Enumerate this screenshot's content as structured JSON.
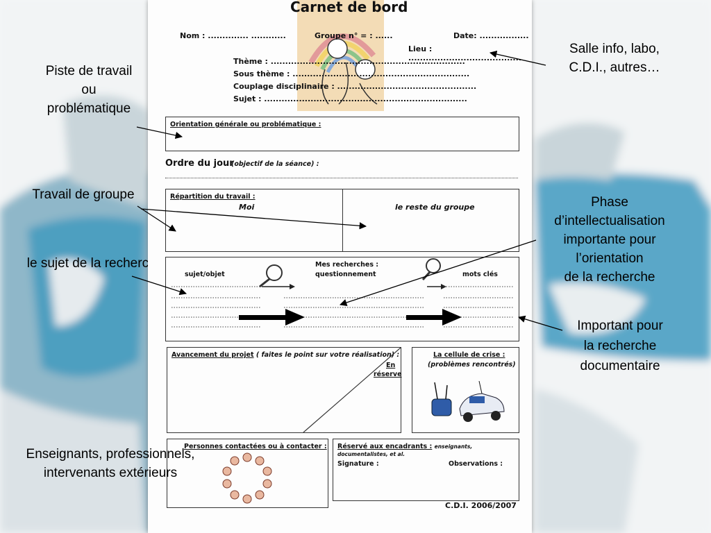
{
  "annotations": {
    "piste": [
      "Piste de travail",
      "ou",
      "problématique"
    ],
    "salle": [
      "Salle info, labo,",
      "C.D.I., autres…"
    ],
    "travail_groupe": "Travail de groupe",
    "sujet_recherche": "le sujet de la recherche",
    "phase": [
      "Phase",
      "d’intellectualisation",
      "importante pour",
      "l’orientation",
      "de la recherche"
    ],
    "important": [
      "Important pour",
      "la recherche",
      "documentaire"
    ],
    "enseignants": [
      "Enseignants, professionnels,",
      "intervenants extérieurs"
    ]
  },
  "form": {
    "title": "Carnet de bord",
    "nom": "Nom : .............. ............",
    "groupe": "Groupe n° = : ......",
    "date": "Date: .................",
    "lieu": "Lieu : .......................................",
    "theme": "Thème : ...................................................................",
    "sous_theme": "Sous thème : .............................................................",
    "couplage": "Couplage disciplinaire : ................................................",
    "sujet": "Sujet : ......................................................................",
    "orientation": "Orientation générale ou problématique :",
    "ordre_label": "Ordre du jour",
    "ordre_sub": "(objectif de la séance) :",
    "repartition": "Répartition du travail :",
    "moi": "Moi",
    "reste": "le reste du groupe",
    "sujet_objet": "sujet/objet",
    "mes_recherches": "Mes recherches :",
    "questionnement": "questionnement",
    "mots_cles": "mots clés",
    "avancement": "Avancement du projet",
    "avancement_sub": "( faites le point sur votre réalisation) :",
    "en": "En",
    "reserve": "réserve",
    "cellule": "La cellule de crise :",
    "problemes": "(problèmes rencontrés)",
    "personnes": "Personnes contactées ou à contacter :",
    "reserve_enc": "Réservé aux encadrants :",
    "reserve_enc_sub": "enseignants, documentalistes, et al.",
    "signature": "Signature :",
    "observations": "Observations :",
    "footer": "C.D.I. 2006/2007"
  }
}
